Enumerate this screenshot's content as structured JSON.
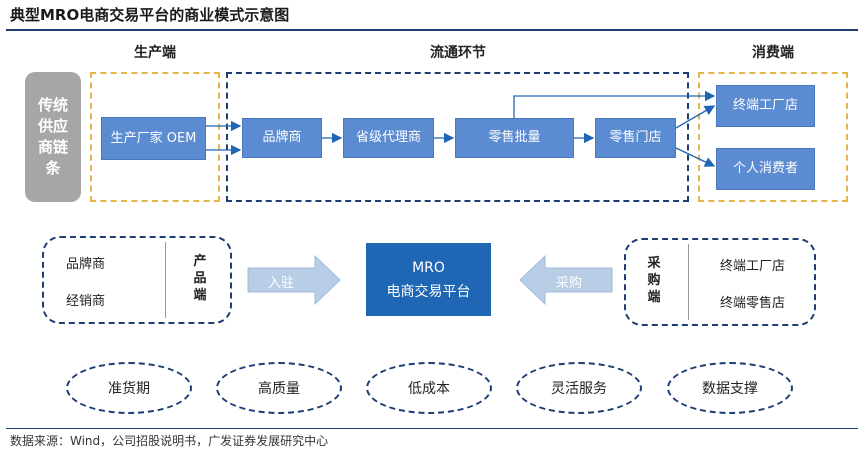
{
  "title": "典型MRO电商交易平台的商业模式示意图",
  "source": "数据来源：Wind，公司招股说明书，广发证券发展研究中心",
  "sections": {
    "producer": "生产端",
    "circulation": "流通环节",
    "consumer": "消费端"
  },
  "traditional_chain": "传统供应商链条",
  "chain_nodes": {
    "oem": "生产厂家 OEM",
    "brand": "品牌商",
    "agent": "省级代理商",
    "wholesale": "零售批量",
    "store": "零售门店",
    "factory_store": "终端工厂店",
    "consumer": "个人消费者"
  },
  "platform": {
    "line1": "MRO",
    "line2": "电商交易平台"
  },
  "supply_group": {
    "item1": "品牌商",
    "item2": "经销商",
    "side_label": "产品端"
  },
  "demand_group": {
    "side_label": "采购端",
    "item1": "终端工厂店",
    "item2": "终端零售店"
  },
  "arrows": {
    "in": "入驻",
    "buy": "采购"
  },
  "features": [
    "准货期",
    "高质量",
    "低成本",
    "灵活服务",
    "数据支撑"
  ],
  "colors": {
    "navy": "#1f3d73",
    "blue_box": "#5b8bd0",
    "platform": "#1f66b4",
    "orange_dash": "#e6b54a",
    "gray": "#a6a6a6",
    "arrow_fill": "#b8cde6"
  }
}
